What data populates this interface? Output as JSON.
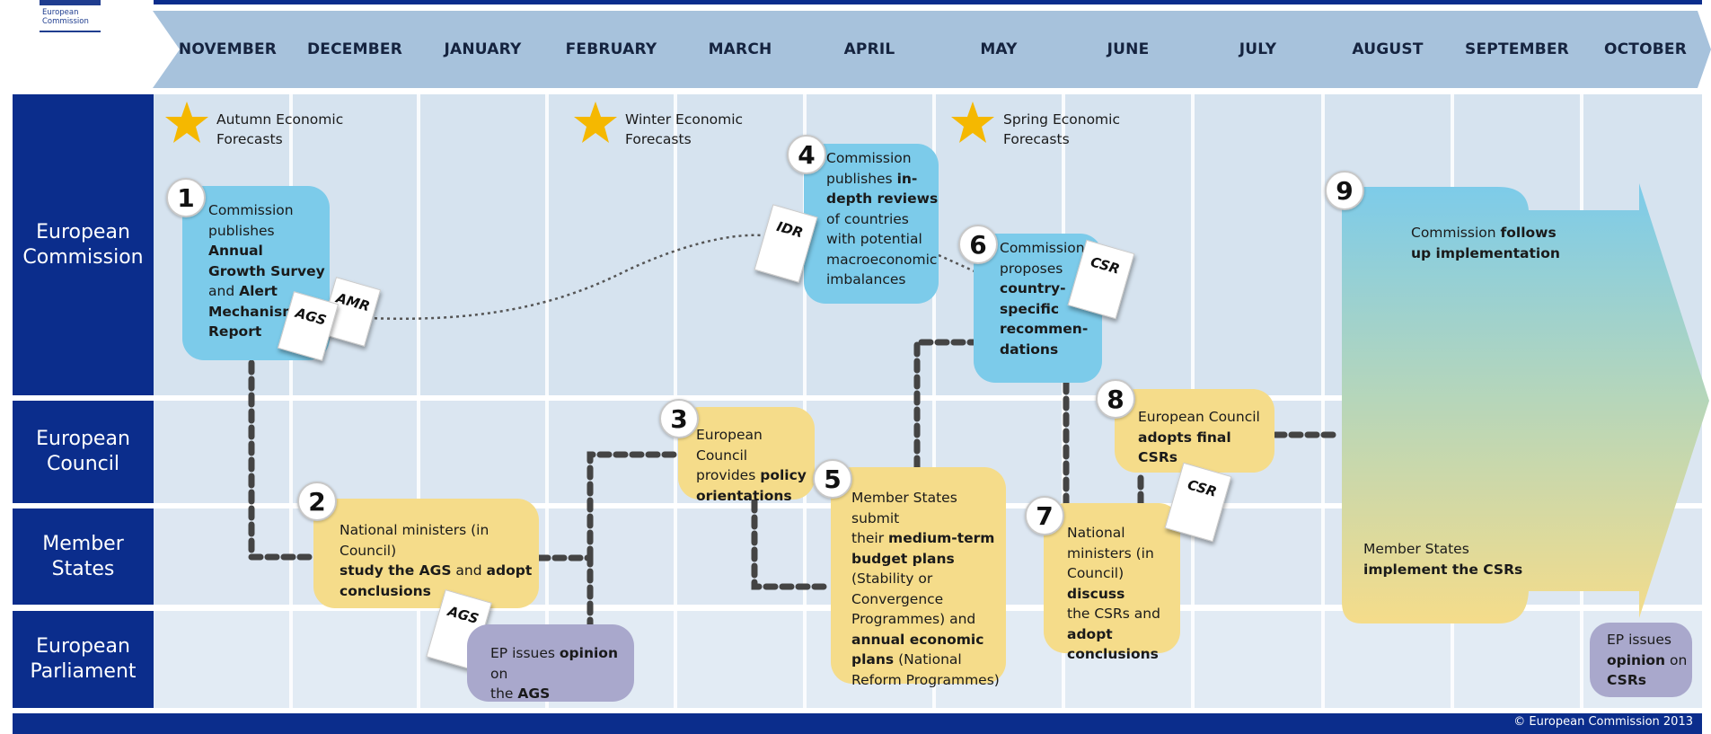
{
  "header": {
    "logo_text": [
      "European",
      "Commission"
    ],
    "months": [
      "NOVEMBER",
      "DECEMBER",
      "JANUARY",
      "FEBRUARY",
      "MARCH",
      "APRIL",
      "MAY",
      "JUNE",
      "JULY",
      "AUGUST",
      "SEPTEMBER",
      "OCTOBER"
    ]
  },
  "rows": {
    "commission": "European\nCommission",
    "council": "European\nCouncil",
    "member_states": "Member\nStates",
    "parliament": "European\nParliament"
  },
  "forecasts": {
    "autumn": [
      "Autumn Economic",
      "Forecasts"
    ],
    "winter": [
      "Winter Economic",
      "Forecasts"
    ],
    "spring": [
      "Spring Economic",
      "Forecasts"
    ]
  },
  "steps": {
    "s1": {
      "num": "1",
      "a": "Commission",
      "b": "publishes ",
      "c": "Annual",
      "d": "Growth Survey",
      "e": "and ",
      "f": "Alert",
      "g": "Mechanism",
      "h": "Report"
    },
    "s2": {
      "num": "2",
      "a": "National ministers (in Council)",
      "b": "study the AGS",
      "c": " and ",
      "d": "adopt",
      "e": "conclusions"
    },
    "s3": {
      "num": "3",
      "a": "European Council",
      "b": "provides ",
      "c": "policy",
      "d": "orientations"
    },
    "s4": {
      "num": "4",
      "a": "Commission",
      "b": "publishes ",
      "c": "in-",
      "d": "depth reviews",
      "e": "of countries",
      "f": "with potential",
      "g": "macroeconomic",
      "h": "imbalances"
    },
    "s5": {
      "num": "5",
      "a": "Member States submit",
      "b": "their ",
      "c": "medium-term",
      "d": "budget plans",
      "e": "(Stability or",
      "f": "Convergence",
      "g": "Programmes) and",
      "h": "annual economic",
      "i": "plans",
      "j": " (National",
      "k": "Reform Programmes)"
    },
    "s6": {
      "num": "6",
      "a": "Commission",
      "b": "proposes",
      "c": "country-",
      "d": "specific",
      "e": "recommen-",
      "f": "dations"
    },
    "s7": {
      "num": "7",
      "a": "National",
      "b": "ministers (in",
      "c": "Council) ",
      "d": "discuss",
      "e": "the CSRs and",
      "f": "adopt",
      "g": "conclusions"
    },
    "s8": {
      "num": "8",
      "a": "European Council",
      "b": "adopts final CSRs"
    },
    "s9": {
      "num": "9",
      "a": "Commission ",
      "b": "follows",
      "c": "up implementation",
      "d": "Member States",
      "e": "implement the CSRs"
    },
    "ep1": {
      "a": "EP issues ",
      "b": "opinion",
      "c": " on",
      "d": "the ",
      "e": "AGS"
    },
    "ep2": {
      "a": "EP issues",
      "b": "opinion",
      "c": " on",
      "d": "CSRs"
    }
  },
  "docs": {
    "amr": "AMR",
    "ags1": "AGS",
    "ags2": "AGS",
    "idr": "IDR",
    "csr1": "CSR",
    "csr2": "CSR"
  },
  "footer": {
    "copyright": "© European Commission 2013"
  },
  "colors": {
    "dark_blue": "#0b2d8c",
    "light_blue_box": "#7ccbea",
    "yellow_box": "#f5dc8a",
    "purple_box": "#a9a8cc",
    "month_bar": "#a7c2dc",
    "star": "#f5b800"
  }
}
